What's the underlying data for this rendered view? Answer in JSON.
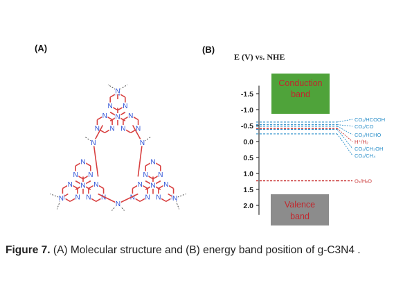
{
  "panel_a": {
    "label": "(A)",
    "atom_symbol": "N"
  },
  "panel_b": {
    "label": "(B)",
    "axis_title": "E (V) vs. NHE",
    "conduction_band": {
      "line1": "Conduction",
      "line2": "band",
      "color": "#4fa33a",
      "text_color": "#c0272d"
    },
    "valence_band": {
      "line1": "Valence",
      "line2": "band",
      "color": "#8c8c8c",
      "text_color": "#c0272d"
    }
  },
  "chart_data": {
    "type": "energy-level-diagram",
    "title": "",
    "ylabel": "E (V) vs. NHE",
    "ylim": [
      -1.9,
      2.4
    ],
    "y_inverted": true,
    "yticks": [
      {
        "value": -1.5,
        "label": "-1.5"
      },
      {
        "value": -1.0,
        "label": "-1.0"
      },
      {
        "value": -0.5,
        "label": "-0.5"
      },
      {
        "value": 0.0,
        "label": "0.0"
      },
      {
        "value": 0.5,
        "label": "0.5"
      },
      {
        "value": 1.0,
        "label": "1.0"
      },
      {
        "value": 1.5,
        "label": "1.5"
      },
      {
        "value": 2.0,
        "label": "2.0"
      }
    ],
    "levels": [
      {
        "label": "CO₂/HCOOH",
        "value": -0.61,
        "color": "#2b8fc9"
      },
      {
        "label": "CO₂/CO",
        "value": -0.53,
        "color": "#2b8fc9"
      },
      {
        "label": "CO₂/HCHO",
        "value": -0.48,
        "color": "#2b8fc9"
      },
      {
        "label": "H⁺/H₂",
        "value": -0.41,
        "color": "#c83232"
      },
      {
        "label": "CO₂/CH₃OH",
        "value": -0.38,
        "color": "#2b8fc9"
      },
      {
        "label": "CO₂/CH₄",
        "value": -0.24,
        "color": "#2b8fc9"
      },
      {
        "label": "O₂/H₂O",
        "value": 1.23,
        "color": "#c83232"
      }
    ]
  },
  "caption": {
    "label": "Figure 7.",
    "text": " (A) Molecular structure and (B) energy band position of g-C3N4 ."
  }
}
